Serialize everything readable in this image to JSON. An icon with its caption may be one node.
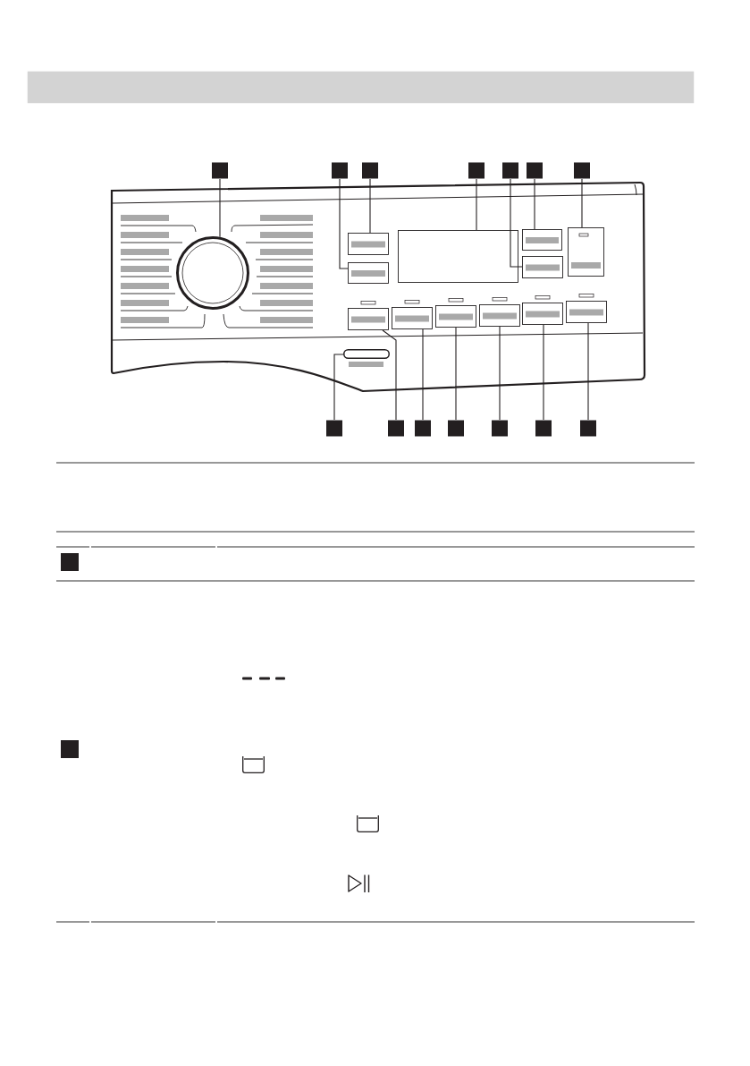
{
  "diagram": {
    "nodes": [
      {
        "text": [],
        "shape": "bar"
      },
      {
        "text": [],
        "shape": "box"
      },
      {
        "text": [],
        "shape": "box"
      },
      {
        "text": [],
        "shape": "box"
      },
      {
        "text": [],
        "shape": "box"
      },
      {
        "text": [],
        "shape": "box"
      },
      {
        "text": [],
        "shape": "box"
      },
      {
        "text": [],
        "shape": "box"
      },
      {
        "text": [],
        "shape": "box"
      },
      {
        "text": [],
        "shape": "box"
      },
      {
        "text": [],
        "shape": "box"
      },
      {
        "text": [],
        "shape": "box"
      },
      {
        "text": [],
        "shape": "box"
      },
      {
        "text": [],
        "shape": "box"
      },
      {
        "text": [],
        "shape": "box"
      },
      {
        "text": [],
        "shape": "circle"
      },
      {
        "text": [],
        "shape": "box"
      },
      {
        "text": [],
        "shape": "box"
      },
      {
        "text": [],
        "shape": "box"
      },
      {
        "text": [],
        "shape": "box"
      },
      {
        "text": [],
        "shape": "box"
      },
      {
        "text": [],
        "shape": "box"
      },
      {
        "text": [],
        "shape": "bar"
      },
      {
        "text": [],
        "shape": "box"
      },
      {
        "text": [],
        "shape": "box"
      },
      {
        "text": [],
        "shape": "box"
      },
      {
        "text": [],
        "shape": "box"
      },
      {
        "text": [],
        "shape": "box"
      },
      {
        "text": [],
        "shape": "box"
      }
    ],
    "edges": [
      {
        "from": 1,
        "to": 15,
        "arrow": "none"
      },
      {
        "from": 2,
        "to": 17,
        "arrow": "none"
      },
      {
        "from": 3,
        "to": 16,
        "arrow": "none"
      },
      {
        "from": 4,
        "to": 18,
        "arrow": "none"
      },
      {
        "from": 5,
        "to": 20,
        "arrow": "none"
      },
      {
        "from": 6,
        "to": 19,
        "arrow": "none"
      },
      {
        "from": 7,
        "to": 21,
        "arrow": "none"
      },
      {
        "from": 8,
        "to": 22,
        "arrow": "none"
      },
      {
        "from": 9,
        "to": 23,
        "arrow": "none"
      },
      {
        "from": 10,
        "to": 24,
        "arrow": "none"
      },
      {
        "from": 11,
        "to": 25,
        "arrow": "none"
      },
      {
        "from": 12,
        "to": 26,
        "arrow": "none"
      },
      {
        "from": 13,
        "to": 27,
        "arrow": "none"
      },
      {
        "from": 14,
        "to": 28,
        "arrow": "none"
      }
    ]
  }
}
